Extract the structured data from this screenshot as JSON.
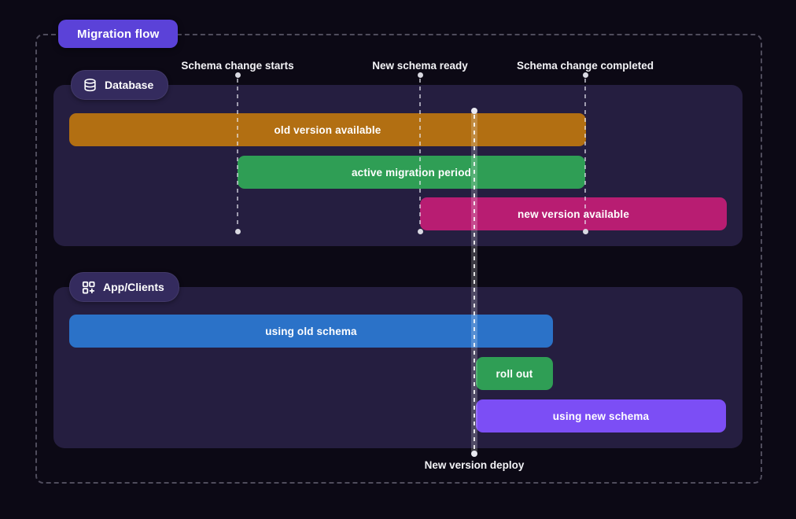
{
  "title_badge": {
    "label": "Migration flow",
    "color": "#5b42d8"
  },
  "timeline_markers": [
    {
      "label": "Schema change starts"
    },
    {
      "label": "New schema ready"
    },
    {
      "label": "Schema change completed"
    }
  ],
  "deploy_marker": {
    "label": "New version deploy"
  },
  "database_panel": {
    "badge": {
      "label": "Database",
      "icon": "database-icon"
    },
    "bars": [
      {
        "label": "old version available",
        "color": "#b26f12",
        "style": "left:88px;top:144px;width:657px;background:#b26f12"
      },
      {
        "label": "active migration period",
        "color": "#2f9e55",
        "style": "left:302px;top:198px;width:442px;background:#2f9e55"
      },
      {
        "label": "new version available",
        "color": "#b81d72",
        "style": "left:534px;top:251px;width:390px;background:#b81d72"
      }
    ]
  },
  "app_panel": {
    "badge": {
      "label": "App/Clients",
      "icon": "apps-plus-icon"
    },
    "bars": [
      {
        "label": "using old schema",
        "color": "#2b72c8",
        "style": "left:88px;top:400px;width:615px;background:#2b72c8"
      },
      {
        "label": "roll out",
        "color": "#2f9e55",
        "style": "left:605px;top:454px;width:98px;background:#2f9e55"
      },
      {
        "label": "using new schema",
        "color": "#7c4ef5",
        "style": "left:605px;top:508px;width:318px;background:#7c4ef5"
      }
    ]
  },
  "colors": {
    "background": "#0c0915",
    "panel": "#251e40",
    "pill": "#342b5e",
    "dashed_border": "#4f4c5c",
    "marker_dot": "#d9d9e2",
    "deploy_line": "#e9e9f1",
    "text": "#ffffff"
  }
}
